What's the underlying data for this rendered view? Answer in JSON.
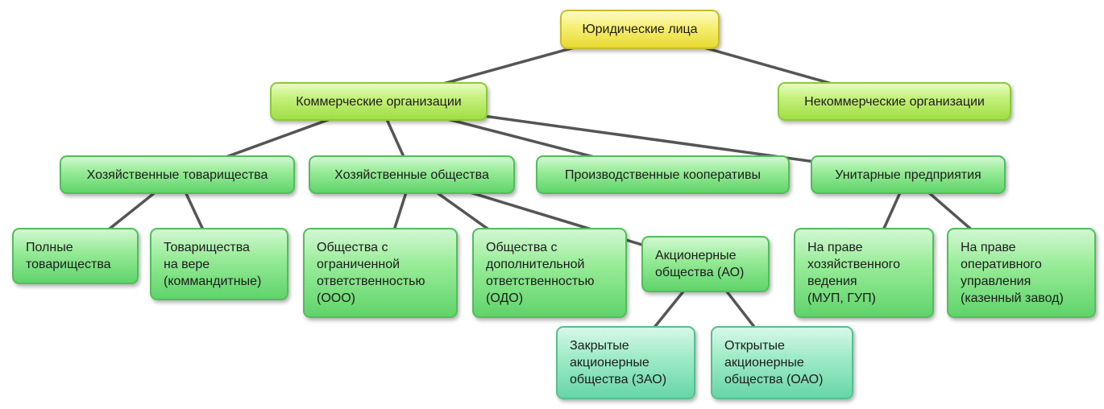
{
  "colors": {
    "link": "#555555",
    "root": "#f6ee72",
    "level1": "#c5f17c",
    "level2": "#99ec99",
    "level3": "#a2ecc8"
  },
  "nodes": [
    {
      "id": "root",
      "text": "Юридические лица"
    },
    {
      "id": "commercial",
      "text": "Коммерческие организации"
    },
    {
      "id": "noncommercial",
      "text": "Некоммерческие организации"
    },
    {
      "id": "partnerships",
      "text": "Хозяйственные товарищества"
    },
    {
      "id": "societies",
      "text": "Хозяйственные общества"
    },
    {
      "id": "cooperatives",
      "text": "Производственные кооперативы"
    },
    {
      "id": "unitary",
      "text": "Унитарные предприятия"
    },
    {
      "id": "full",
      "text": "Полные\nтоварищества"
    },
    {
      "id": "limited",
      "text": "Товарищества\nна вере\n(коммандитные)"
    },
    {
      "id": "ooo",
      "text": "Общества с\nограниченной\nответственностью\n(ООО)"
    },
    {
      "id": "odo",
      "text": "Общества с\nдополнительной\nответственностью\n(ОДО)"
    },
    {
      "id": "ao",
      "text": "Акционерные\nобщества (АО)"
    },
    {
      "id": "economic",
      "text": "На праве\nхозяйственного\nведения\n(МУП, ГУП)"
    },
    {
      "id": "operative",
      "text": "На праве\nоперативного\nуправления\n(казенный завод)"
    },
    {
      "id": "zao",
      "text": "Закрытые\nакционерные\nобщества (ЗАО)"
    },
    {
      "id": "oao",
      "text": "Открытые\nакционерные\nобщества (ОАО)"
    }
  ],
  "links": [
    [
      "root",
      "commercial"
    ],
    [
      "root",
      "noncommercial"
    ],
    [
      "commercial",
      "partnerships"
    ],
    [
      "commercial",
      "societies"
    ],
    [
      "commercial",
      "cooperatives"
    ],
    [
      "commercial",
      "unitary"
    ],
    [
      "partnerships",
      "full"
    ],
    [
      "partnerships",
      "limited"
    ],
    [
      "societies",
      "ooo"
    ],
    [
      "societies",
      "odo"
    ],
    [
      "societies",
      "ao"
    ],
    [
      "unitary",
      "economic"
    ],
    [
      "unitary",
      "operative"
    ],
    [
      "ao",
      "zao"
    ],
    [
      "ao",
      "oao"
    ]
  ]
}
